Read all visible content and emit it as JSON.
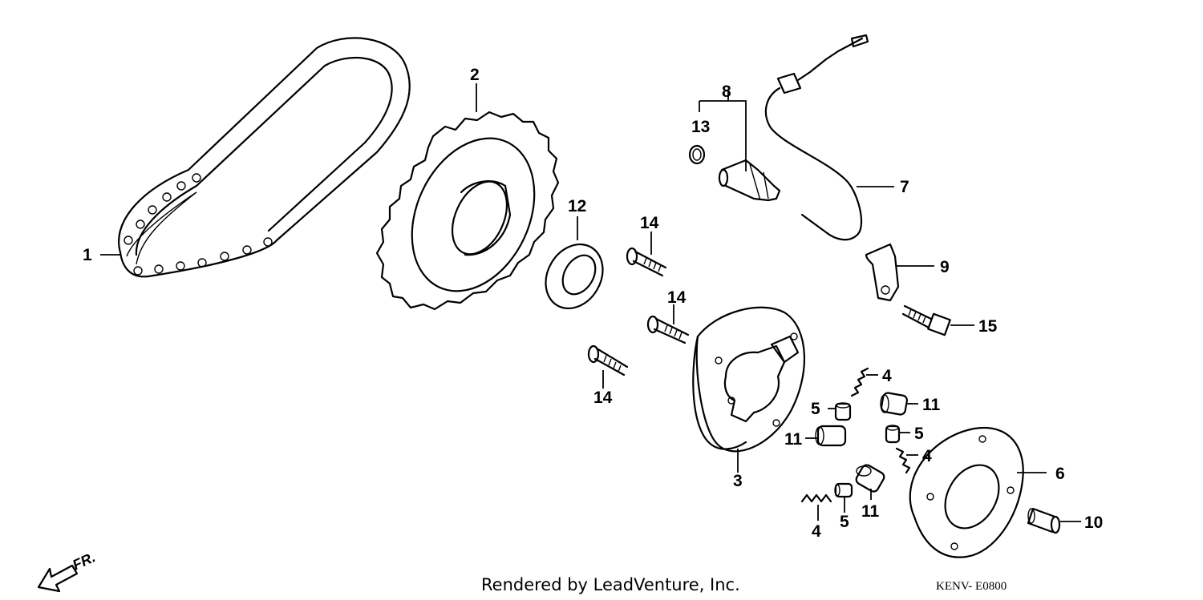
{
  "diagram": {
    "callouts": {
      "chain": "1",
      "sprocket": "2",
      "starter_clutch": "3",
      "spring_a": "4",
      "spring_b": "4",
      "spring_c": "4",
      "plunger_a": "5",
      "plunger_b": "5",
      "plunger_c": "5",
      "plate": "6",
      "wire": "7",
      "switch_assy": "8",
      "bracket": "9",
      "collar": "10",
      "roller_a": "11",
      "roller_b": "11",
      "roller_c": "11",
      "oil_seal": "12",
      "o_ring": "13",
      "bolt_a": "14",
      "bolt_b": "14",
      "bolt_c": "14",
      "flange_bolt": "15"
    },
    "rendered_by": "Rendered by LeadVenture, Inc.",
    "diagram_code": "KENV- E0800",
    "front_indicator": "FR."
  }
}
